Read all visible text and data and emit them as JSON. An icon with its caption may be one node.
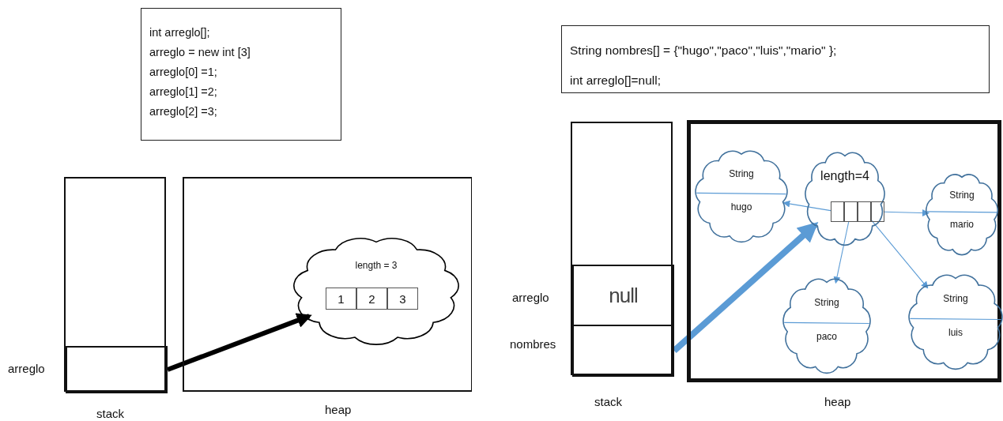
{
  "diagram": {
    "nodes": [
      {
        "text": [
          "int arreglo[];",
          "arreglo = new int [3]",
          "arreglo[0] =1;",
          "arreglo[1] =2;",
          "arreglo[2] =3;"
        ]
      },
      {
        "text": [],
        "shape": "box",
        "beside": [
          "stack"
        ]
      },
      {
        "text": [],
        "shape": "box",
        "in": 1,
        "beside": [
          "arreglo"
        ]
      },
      {
        "text": [],
        "shape": "box",
        "beside": [
          "heap"
        ]
      },
      {
        "text": [
          "length = 3"
        ],
        "in": 3
      },
      {
        "text": [
          "1"
        ],
        "in": 4
      },
      {
        "text": [
          "2"
        ],
        "in": 4
      },
      {
        "text": [
          "3"
        ],
        "in": 4
      },
      {
        "text": [
          "String nombres[] = {\"hugo\",\"paco\",\"luis\",\"mario\" };",
          "int arreglo[]=null;"
        ]
      },
      {
        "text": [],
        "shape": "box",
        "beside": [
          "stack"
        ]
      },
      {
        "text": [
          "null"
        ],
        "in": 9,
        "beside": [
          "arreglo"
        ]
      },
      {
        "text": [],
        "shape": "box",
        "in": 9,
        "beside": [
          "nombres"
        ]
      },
      {
        "text": [],
        "shape": "box",
        "beside": [
          "heap"
        ]
      },
      {
        "text": [
          "String",
          "hugo"
        ],
        "in": 12
      },
      {
        "text": [
          "length=4"
        ],
        "in": 12
      },
      {
        "text": [],
        "shape": "box",
        "in": 14
      },
      {
        "text": [],
        "shape": "box",
        "in": 14
      },
      {
        "text": [],
        "shape": "box",
        "in": 14
      },
      {
        "text": [],
        "shape": "box",
        "in": 14
      },
      {
        "text": [
          "String",
          "mario"
        ],
        "in": 12
      },
      {
        "text": [
          "String",
          "paco"
        ],
        "in": 12
      },
      {
        "text": [
          "String",
          "luis"
        ],
        "in": 12
      }
    ],
    "edges": [
      {
        "from": 2,
        "to": 4,
        "arrow": "to",
        "style": "thick",
        "color": "#000000"
      },
      {
        "from": 11,
        "to": 14,
        "arrow": "to",
        "style": "thick"
      },
      {
        "from": 15,
        "to": 13,
        "arrow": "to"
      },
      {
        "from": 16,
        "to": 20,
        "arrow": "to"
      },
      {
        "from": 17,
        "to": 21,
        "arrow": "to"
      },
      {
        "from": 18,
        "to": 19,
        "arrow": "to"
      }
    ]
  }
}
